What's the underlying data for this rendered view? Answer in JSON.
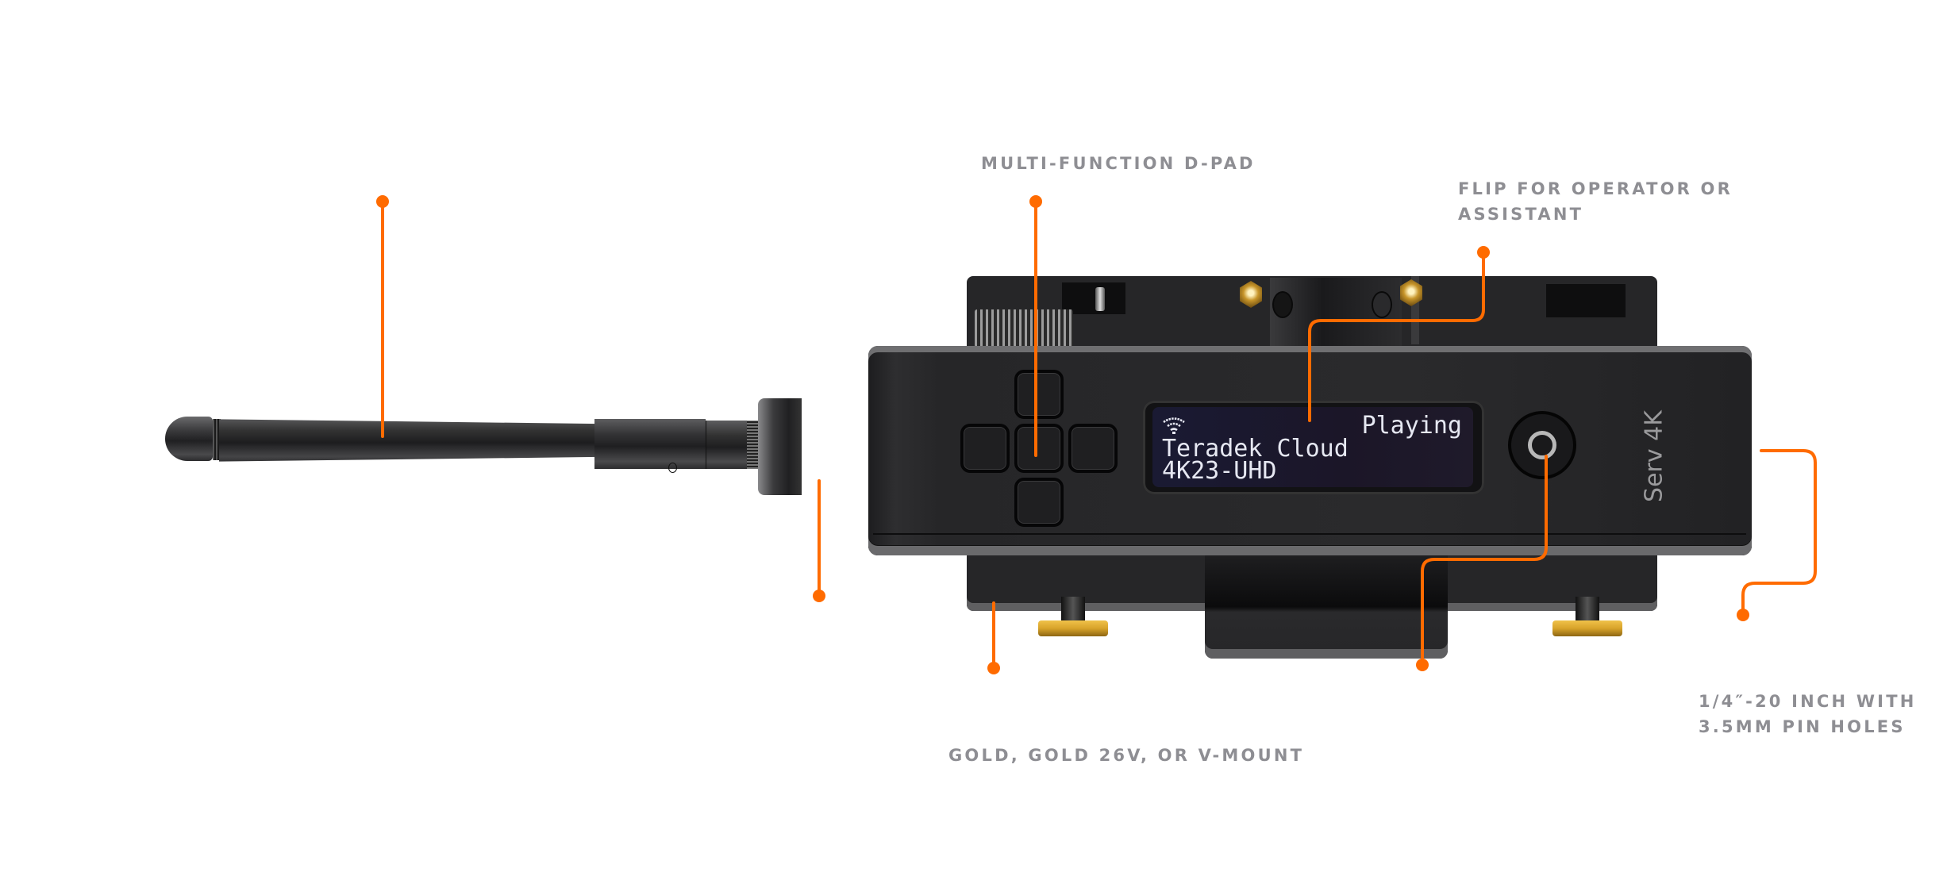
{
  "labels": {
    "dpad": "MULTI-FUNCTION D-PAD",
    "flip": [
      "FLIP FOR OPERATOR OR",
      "ASSISTANT"
    ],
    "mount": [
      "1/4″-20 INCH WITH",
      "3.5MM PIN HOLES"
    ],
    "battery": "GOLD, GOLD 26V, OR V-MOUNT"
  },
  "device": {
    "brand": "Serv 4K",
    "screen": {
      "icon": "wifi-icon",
      "status": "Playing",
      "line1": "Teradek Cloud",
      "line2": "4K23-UHD"
    }
  },
  "colors": {
    "callout": "#ff6b00",
    "label": "#8e8e93",
    "screen_text": "#e6e8f2"
  }
}
